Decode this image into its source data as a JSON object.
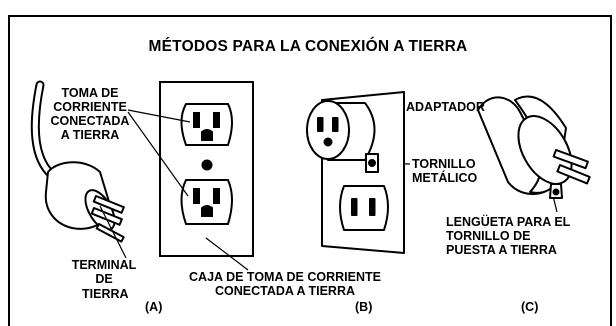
{
  "title": "MÉTODOS PARA LA CONEXIÓN A TIERRA",
  "labels": {
    "grounded_outlet": [
      "TOMA DE",
      "CORRIENTE",
      "CONECTADA",
      "A TIERRA"
    ],
    "terminal": [
      "TERMINAL",
      "DE",
      "TIERRA"
    ],
    "outlet_box": [
      "CAJA DE TOMA DE CORRIENTE",
      "CONECTADA A TIERRA"
    ],
    "adapter": "ADAPTADOR",
    "metal_screw": [
      "TORNILLO",
      "METÁLICO"
    ],
    "grounding_tab": [
      "LENGÜETA PARA EL",
      "TORNILLO DE",
      "PUESTA A TIERRA"
    ]
  },
  "panels": {
    "a": "(A)",
    "b": "(B)",
    "c": "(C)"
  }
}
